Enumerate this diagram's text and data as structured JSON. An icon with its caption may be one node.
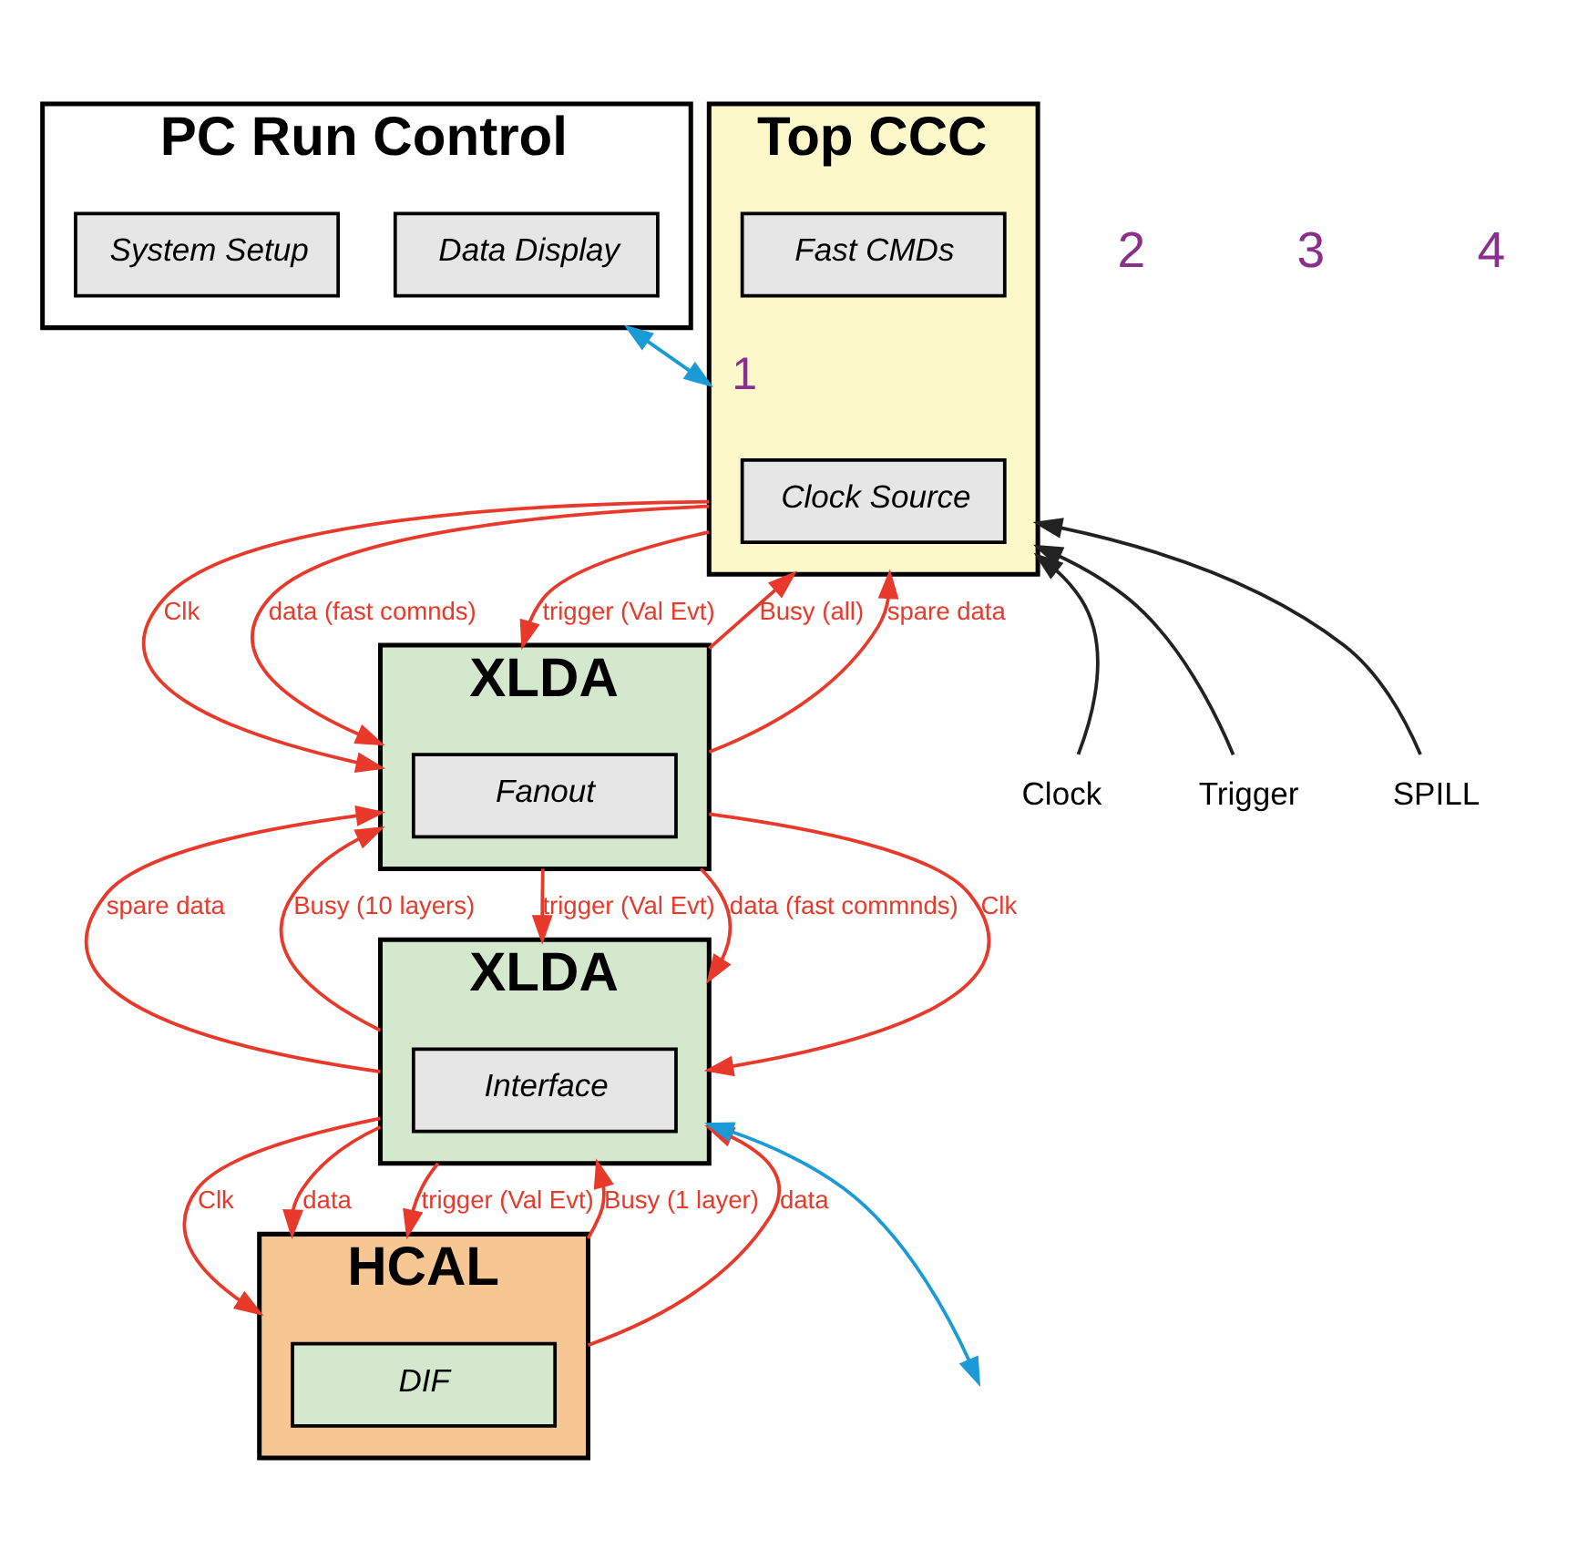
{
  "diagram": {
    "nodes": [
      {
        "text": [
          "PC Run Control"
        ]
      },
      {
        "text": [
          "Data Display"
        ],
        "in": 0
      },
      {
        "text": [
          "System Setup"
        ],
        "in": 0
      },
      {
        "text": [
          "Top CCC"
        ]
      },
      {
        "text": [
          "Clock Source"
        ],
        "in": 3
      },
      {
        "text": [
          "Fast CMDs"
        ],
        "in": 3
      },
      {
        "text": [
          "XLDA"
        ]
      },
      {
        "text": [
          "Fanout"
        ],
        "in": 6
      },
      {
        "text": [
          "XLDA"
        ]
      },
      {
        "text": [
          "Interface"
        ],
        "in": 8
      },
      {
        "text": [
          "HCAL"
        ]
      },
      {
        "text": [
          "DIF"
        ],
        "in": 10
      },
      {
        "text": [
          "Clock"
        ]
      },
      {
        "text": [
          "Trigger"
        ]
      },
      {
        "text": [
          "SPILL"
        ]
      }
    ],
    "edges": [
      {
        "from": 0,
        "to": 3,
        "arrow": "both",
        "label": "1",
        "color": "#1a9ad6"
      },
      {
        "from": 12,
        "to": 3,
        "arrow": "to",
        "color": "#222222"
      },
      {
        "from": 13,
        "to": 3,
        "arrow": "to",
        "color": "#222222"
      },
      {
        "from": 14,
        "to": 3,
        "arrow": "to",
        "color": "#222222"
      },
      {
        "from": 3,
        "to": 6,
        "arrow": "to",
        "label": "Clk"
      },
      {
        "from": 3,
        "to": 6,
        "arrow": "to",
        "label": "data (fast comnds)"
      },
      {
        "from": 3,
        "to": 6,
        "arrow": "to",
        "label": "trigger (Val Evt)"
      },
      {
        "from": 6,
        "to": 3,
        "arrow": "to",
        "label": "Busy (all)"
      },
      {
        "from": 6,
        "to": 3,
        "arrow": "to",
        "label": "spare data"
      },
      {
        "from": 8,
        "to": 6,
        "arrow": "to",
        "label": "spare data"
      },
      {
        "from": 8,
        "to": 6,
        "arrow": "to",
        "label": "Busy (10 layers)"
      },
      {
        "from": 6,
        "to": 8,
        "arrow": "to",
        "label": "trigger (Val Evt)"
      },
      {
        "from": 6,
        "to": 8,
        "arrow": "to",
        "label": "data (fast commnds)"
      },
      {
        "from": 6,
        "to": 8,
        "arrow": "to",
        "label": "Clk"
      },
      {
        "from": 8,
        "to": 10,
        "arrow": "to",
        "label": "Clk"
      },
      {
        "from": 8,
        "to": 10,
        "arrow": "to",
        "label": "data"
      },
      {
        "from": 8,
        "to": 10,
        "arrow": "to",
        "label": "trigger (Val Evt)"
      },
      {
        "from": 10,
        "to": 8,
        "arrow": "to",
        "label": "Busy (1 layer)"
      },
      {
        "from": 10,
        "to": 8,
        "arrow": "to",
        "label": "data"
      },
      {
        "from": 8,
        "to": null,
        "arrow": "both",
        "color": "#1a9ad6"
      }
    ],
    "labels": [
      "2",
      "3",
      "4"
    ]
  }
}
